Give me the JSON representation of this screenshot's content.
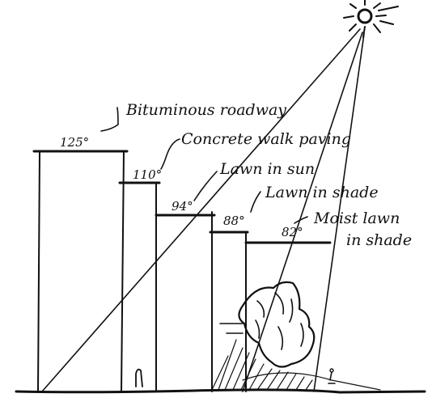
{
  "surfaces": [
    {
      "label": "Bituminous roadway",
      "temperature": "125°",
      "value_f": 125
    },
    {
      "label": "Concrete walk paving",
      "temperature": "110°",
      "value_f": 110
    },
    {
      "label": "Lawn in sun",
      "temperature": "94°",
      "value_f": 94
    },
    {
      "label": "Lawn in shade",
      "temperature": "88°",
      "value_f": 88
    },
    {
      "label": "Moist lawn",
      "label_line2": "in shade",
      "temperature": "82°",
      "value_f": 82
    }
  ],
  "icons": {
    "sun": "sun-icon",
    "tree": "tree-icon",
    "person": "person-icon"
  },
  "colors": {
    "ink": "#111111",
    "background": "#ffffff"
  }
}
